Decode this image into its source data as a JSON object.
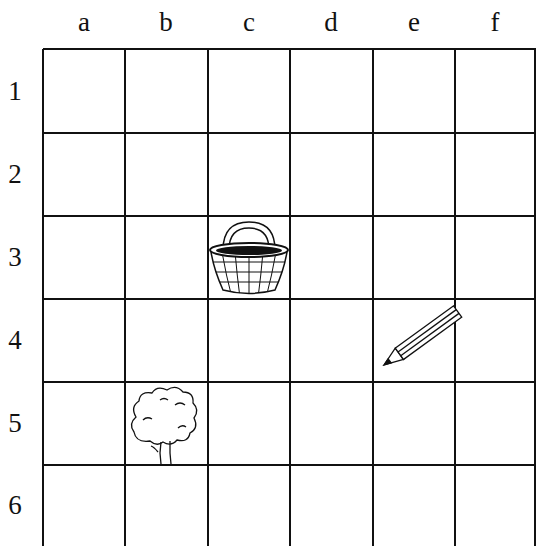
{
  "diagram": {
    "labels": [
      "a",
      "b",
      "c",
      "d",
      "e",
      "f",
      "1",
      "2",
      "3",
      "4",
      "5",
      "6"
    ]
  }
}
